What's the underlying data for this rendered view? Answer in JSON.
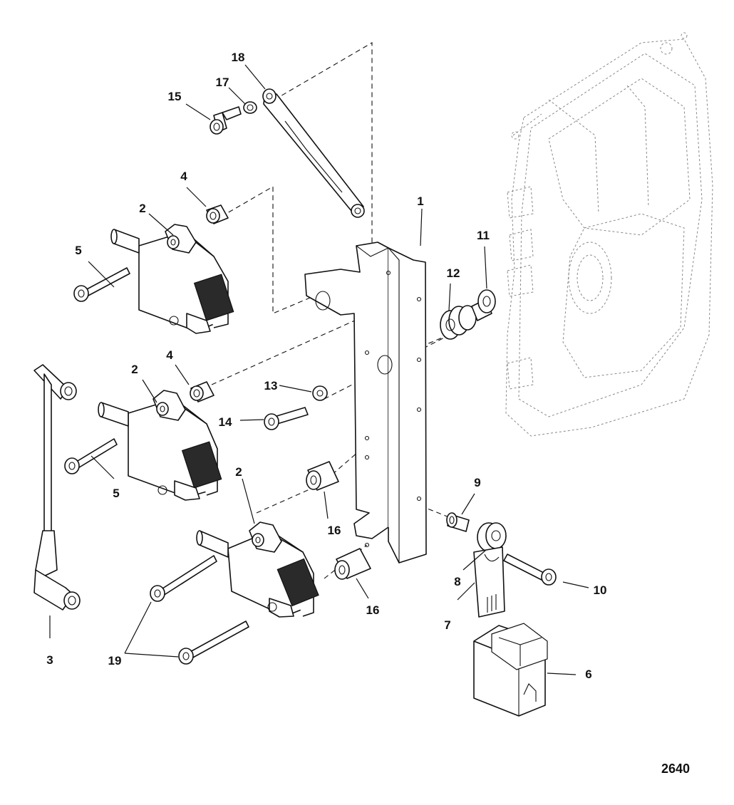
{
  "diagram": {
    "figure_number": "2640",
    "callouts": [
      "1",
      "2",
      "2",
      "2",
      "3",
      "4",
      "4",
      "5",
      "5",
      "6",
      "7",
      "8",
      "9",
      "10",
      "11",
      "12",
      "13",
      "14",
      "15",
      "16",
      "16",
      "17",
      "18",
      "19"
    ]
  }
}
